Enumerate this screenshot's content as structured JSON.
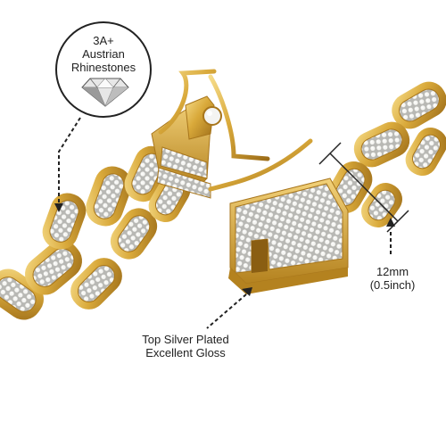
{
  "badge": {
    "lines": [
      "3A+",
      "Austrian",
      "Rhinestones"
    ],
    "icon": "diamond-icon"
  },
  "size_label": {
    "lines": [
      "12mm",
      "(0.5inch)"
    ]
  },
  "plating_label": {
    "lines": [
      "Top Silver Plated",
      "Excellent Gloss"
    ]
  },
  "colors": {
    "gold": "#d9a93a",
    "gold_light": "#f3d27a",
    "gold_dark": "#a8761c",
    "stone": "#f4f4f2",
    "line": "#222222",
    "background": "#ffffff"
  }
}
